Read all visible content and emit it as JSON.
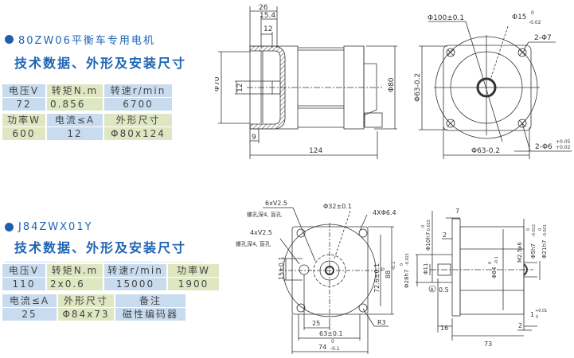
{
  "colors": {
    "heading": "#1e64b4",
    "cell_blue": "#c9dcef",
    "cell_green": "#dfe7c2"
  },
  "motor1": {
    "model_line": "80ZW06平衡车专用电机",
    "subtitle": "技术数据、外形及安装尺寸",
    "table1": {
      "headers": [
        "电压V",
        "转矩N.m",
        "转速r/min"
      ],
      "values": [
        "72",
        "0.856",
        "6700"
      ]
    },
    "table2": {
      "headers": [
        "功率W",
        "电流≤A",
        "外形尺寸"
      ],
      "values": [
        "600",
        "12",
        "Φ80x124"
      ]
    },
    "side_view": {
      "dims": [
        "26",
        "15.4",
        "12",
        "Φ70",
        "12",
        "Φ80",
        "9",
        "124"
      ]
    },
    "front_view": {
      "dims": [
        "Φ100±0.1",
        "Φ15",
        "0",
        "-0.02",
        "2-Φ7",
        "Φ63-0.2",
        "Φ63-0.2",
        "2-Φ6",
        "+0.05",
        "+0.02"
      ]
    }
  },
  "motor2": {
    "model_line": "J84ZWX01Y",
    "subtitle": "技术数据、外形及安装尺寸",
    "table1": {
      "headers": [
        "电压V",
        "转矩N.m",
        "转速r/min",
        "功率W"
      ],
      "values": [
        "110",
        "2x0.6",
        "15000",
        "1900"
      ]
    },
    "table2": {
      "headers": [
        "电流≤A",
        "外形尺寸",
        "备注"
      ],
      "values": [
        "25",
        "Φ84x73",
        "磁性编码器"
      ]
    },
    "front_view": {
      "labels": [
        "6xV2.5",
        "螺孔深4, 盲孔",
        "4xV2.5",
        "螺孔深4, 盲孔",
        "Φ32±0.1",
        "4XΦ6.4",
        "15±0.1",
        "72.6±0.1",
        "88",
        "0",
        "-0.1",
        "25",
        "63±0.1",
        "74",
        "0",
        "-0.1",
        "R3"
      ]
    },
    "side_view": {
      "labels": [
        "7",
        "2",
        "Φ10h7",
        "0",
        "-0.015",
        "Φ28h7",
        "0",
        "-0.021",
        "Φ11",
        "A",
        "0.5",
        "Φ84",
        "0",
        "-0.1",
        "M2.5x6",
        "Φ5h7",
        "0",
        "-0.012",
        "Φ21h7",
        "0",
        "-0.021",
        "1",
        "+0.01",
        "0",
        "2",
        "16",
        "73"
      ]
    }
  }
}
